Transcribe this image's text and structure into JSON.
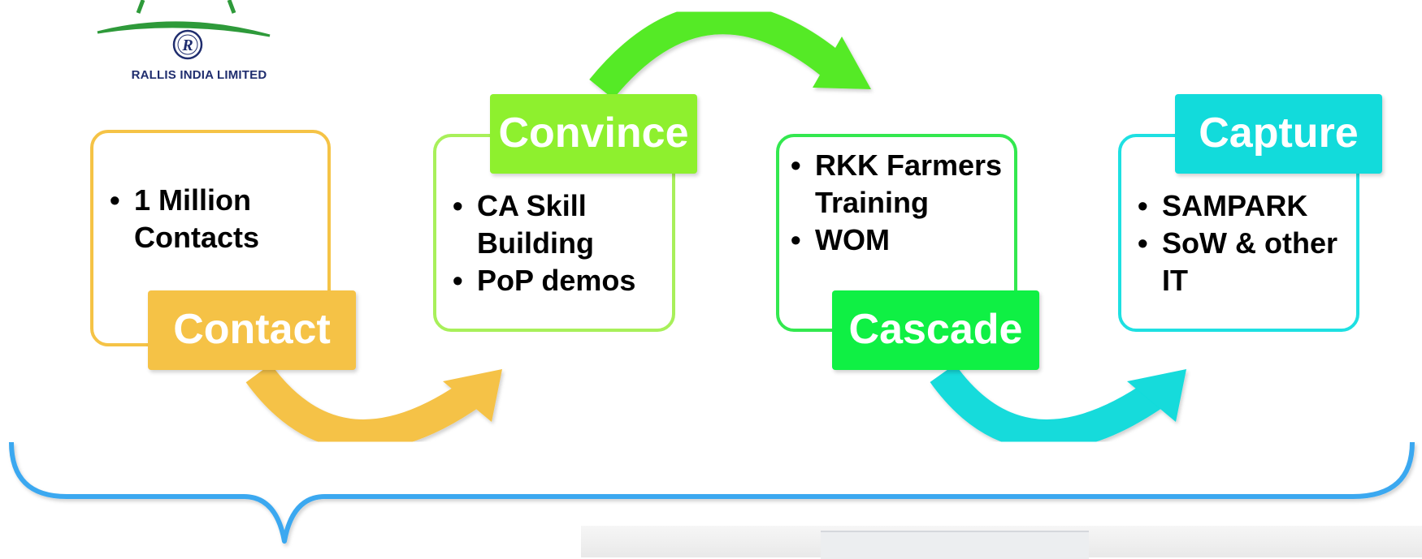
{
  "logo": {
    "company_name": "RALLIS INDIA LIMITED",
    "emblem_letter": "R",
    "brand_color": "#1f2d6e",
    "accent_green": "#2e9a3a"
  },
  "stages": [
    {
      "label": "Contact",
      "color": "#f5c246",
      "bullets": [
        "1 Million Contacts"
      ]
    },
    {
      "label": "Convince",
      "color": "#8ef02e",
      "bullets": [
        "CA Skill Building",
        "PoP demos"
      ]
    },
    {
      "label": "Cascade",
      "color": "#0ff044",
      "bullets": [
        "RKK Farmers Training",
        "WOM"
      ]
    },
    {
      "label": "Capture",
      "color": "#12dbdb",
      "bullets": [
        " SAMPARK",
        "SoW & other IT"
      ]
    }
  ],
  "brace_color": "#3aa8f0",
  "icons": [
    "emblem-icon",
    "curved-arrow-icon",
    "brace-icon"
  ]
}
